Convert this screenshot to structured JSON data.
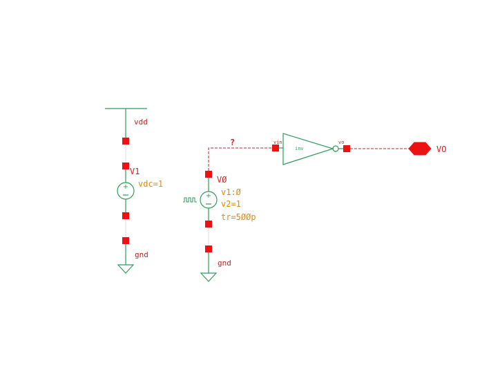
{
  "schematic": {
    "colors": {
      "wire": "#2e9e5a",
      "net": "#cc2222",
      "pin": "#ee1111",
      "device_text": "#e08a10",
      "net_text": "#cc2222",
      "background": "#ffffff"
    },
    "labels": {
      "vdd": "vdd",
      "v1_name": "V1",
      "v1_param": "vdc=1",
      "gnd_left": "gnd",
      "v0_name": "VØ",
      "v0_param_v1": "v1:Ø",
      "v0_param_v2": "v2=1",
      "v0_param_tr": "tr=5ØØp",
      "gnd_right": "gnd",
      "wire_net_label": "?",
      "inv_pin_in": "vin",
      "inv_name": "inv",
      "inv_pin_out": "vo",
      "output_port": "VO"
    },
    "icons": {
      "dc_source": "dc-voltage-source-icon",
      "pulse_source": "pulse-voltage-source-icon",
      "ground": "ground-icon",
      "inverter": "inverter-icon",
      "port": "output-port-icon"
    }
  }
}
